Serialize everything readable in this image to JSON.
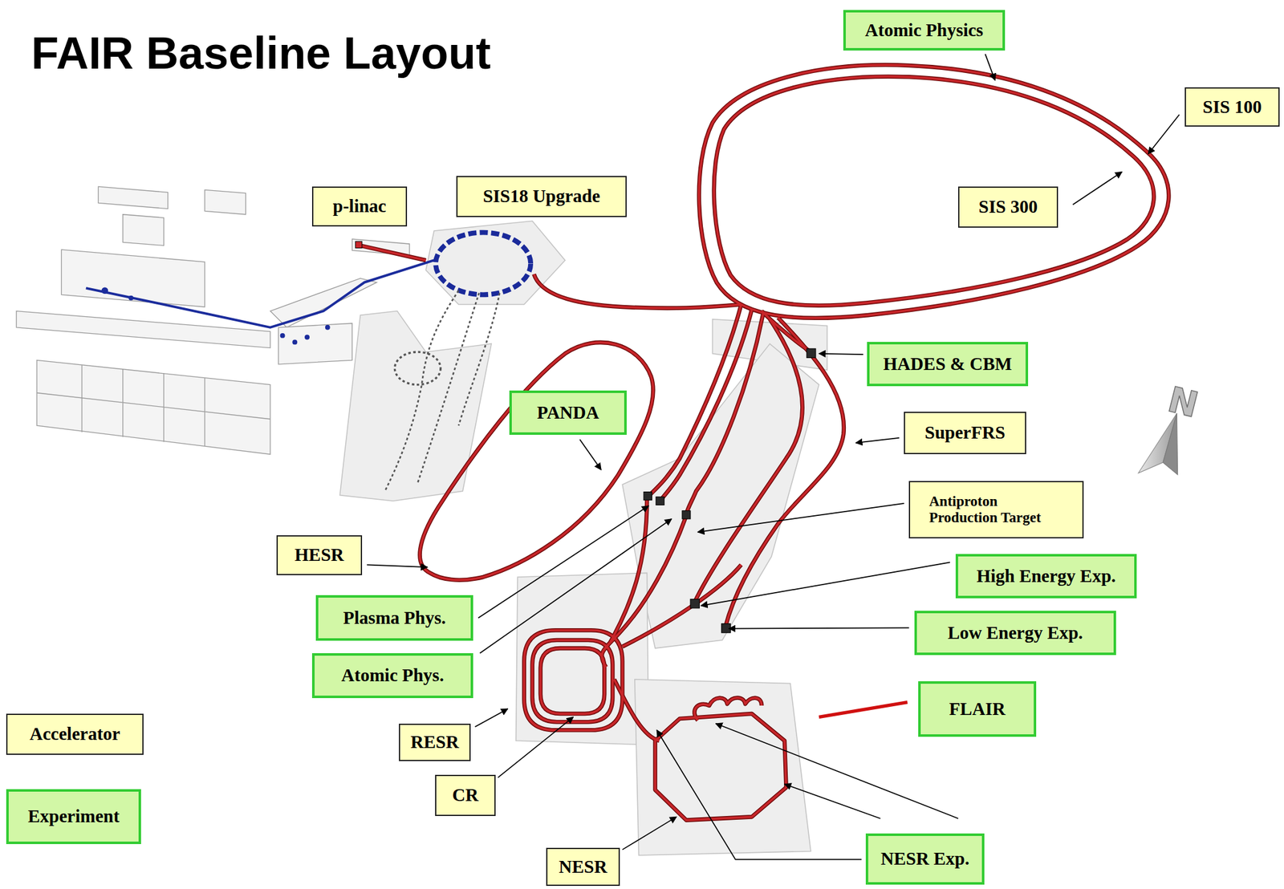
{
  "diagram": {
    "title": "FAIR Baseline Layout",
    "nodes": [
      {
        "text": [
          "Atomic Physics"
        ]
      },
      {
        "text": [
          "SIS 100"
        ]
      },
      {
        "text": [
          "p-linac"
        ]
      },
      {
        "text": [
          "SIS18 Upgrade"
        ]
      },
      {
        "text": [
          "SIS 300"
        ]
      },
      {
        "text": [
          "HADES & CBM"
        ]
      },
      {
        "text": [
          "PANDA"
        ]
      },
      {
        "text": [
          "SuperFRS"
        ]
      },
      {
        "text": [
          "Antiproton Production Target"
        ]
      },
      {
        "text": [
          "HESR"
        ]
      },
      {
        "text": [
          "High Energy Exp."
        ]
      },
      {
        "text": [
          "Plasma Phys."
        ]
      },
      {
        "text": [
          "Low Energy Exp."
        ]
      },
      {
        "text": [
          "Atomic Phys."
        ]
      },
      {
        "text": [
          "FLAIR"
        ]
      },
      {
        "text": [
          "RESR"
        ]
      },
      {
        "text": [
          "CR"
        ]
      },
      {
        "text": [
          "NESR Exp."
        ]
      },
      {
        "text": [
          "NESR"
        ]
      }
    ],
    "labels": [
      "N"
    ],
    "legend": [
      {
        "text": "Accelerator",
        "color": "#ffffbf"
      },
      {
        "text": "Experiment",
        "color": "#d2f7a6"
      }
    ]
  }
}
